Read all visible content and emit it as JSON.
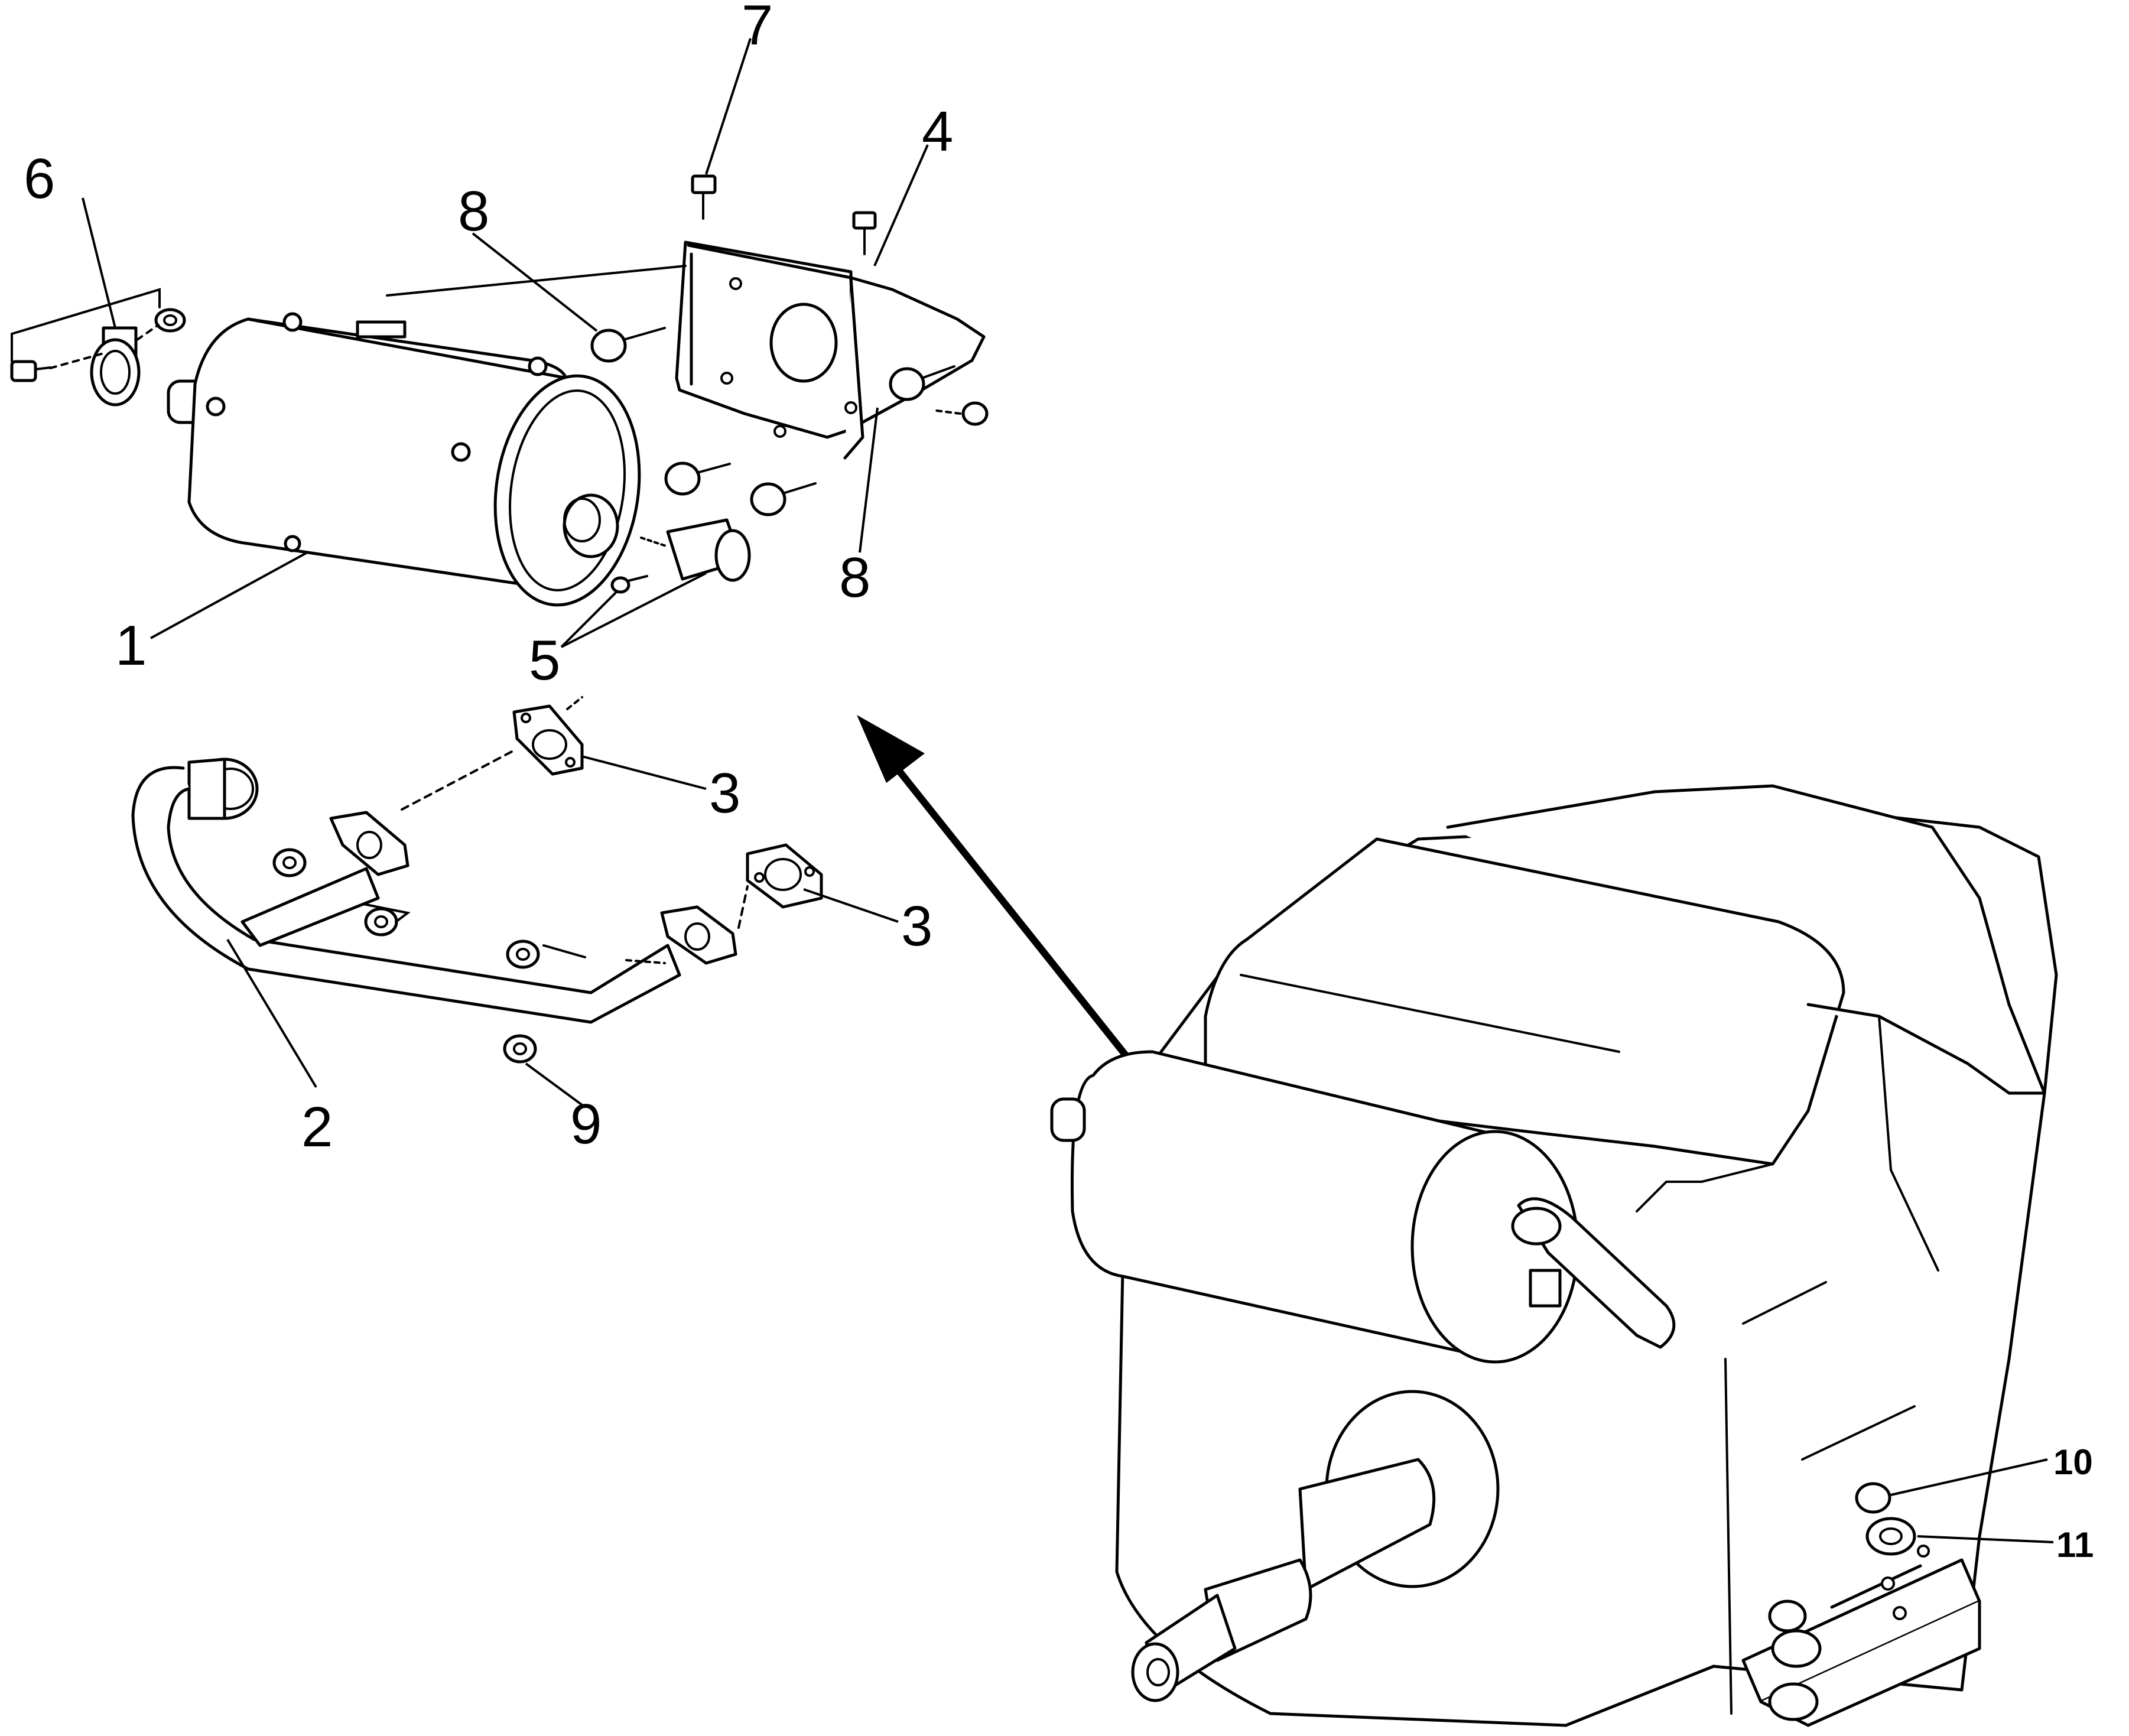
{
  "diagram": {
    "type": "exploded-parts-view",
    "arrow_color": "#000000",
    "callouts": {
      "c1": "1",
      "c2": "2",
      "c3a": "3",
      "c3b": "3",
      "c4": "4",
      "c5": "5",
      "c6": "6",
      "c7": "7",
      "c8a": "8",
      "c8b": "8",
      "c9": "9",
      "c10": "10",
      "c11": "11"
    }
  }
}
